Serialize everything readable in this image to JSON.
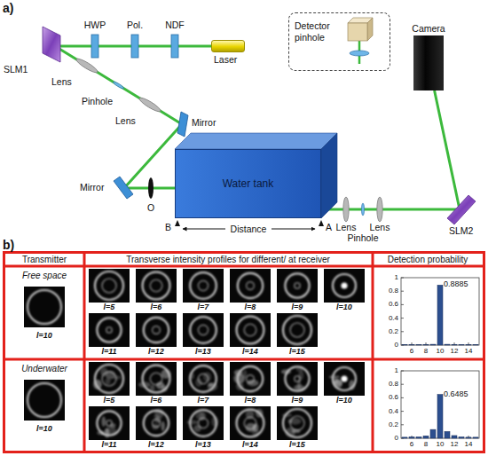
{
  "diagram": {
    "nodes": [
      {
        "text": [
          "Laser"
        ]
      },
      {
        "text": [
          "Water tank"
        ]
      },
      {
        "text": [
          "Camera"
        ]
      },
      {
        "text": [
          "Detector pinhole"
        ]
      }
    ],
    "edges": [
      {
        "from": 0,
        "to": 1,
        "arrow": "none"
      },
      {
        "from": 1,
        "to": 2,
        "arrow": "none"
      }
    ],
    "labels": [
      "a)",
      "HWP",
      "Pol.",
      "NDF",
      "SLM1",
      "Lens",
      "Pinhole",
      "Lens",
      "Mirror",
      "Mirror",
      "O",
      "B",
      "Distance",
      "A",
      "Lens",
      "Lens",
      "Pinhole",
      "SLM2",
      "b)",
      "Transmitter",
      "Transverse intensity profiles for different/ at receiver",
      "Detection probability",
      "Free space",
      "l=10",
      "l=5",
      "l=6",
      "l=7",
      "l=8",
      "l=9",
      "l=10",
      "l=11",
      "l=12",
      "l=13",
      "l=14",
      "l=15",
      "1",
      "0.8",
      "0.6",
      "0.4",
      "0.2",
      "0",
      "0.8885",
      "6",
      "8",
      "10",
      "12",
      "14",
      "Underwater",
      "l=10",
      "l=5",
      "l=6",
      "l=7",
      "l=8",
      "l=9",
      "l=10",
      "l=11",
      "l=12",
      "l=13",
      "l=14",
      "l=15",
      "1",
      "0.8",
      "0.6",
      "0.4",
      "0.2",
      "0",
      "0.6485",
      "6",
      "8",
      "10",
      "12",
      "14"
    ]
  }
}
